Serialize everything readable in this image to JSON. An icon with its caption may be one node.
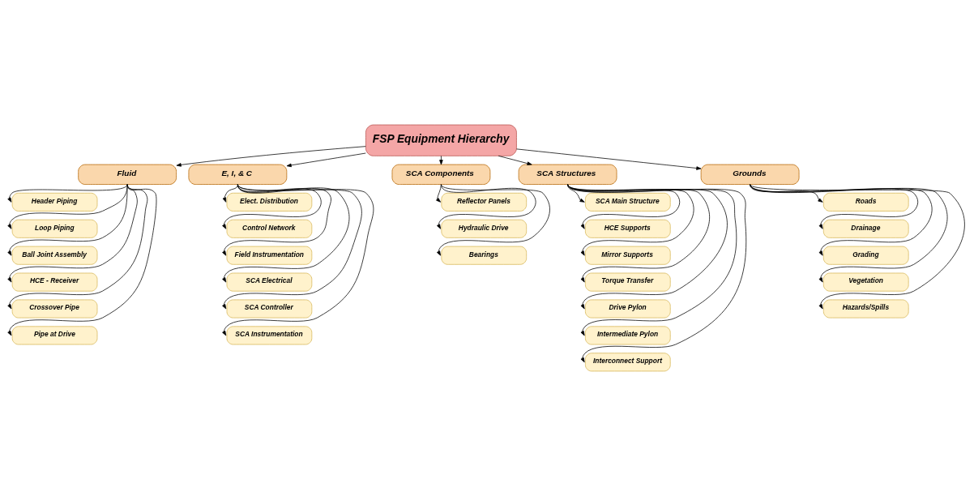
{
  "diagram": {
    "nodes": [
      {
        "text": [
          "FSP Equipment Hierarchy"
        ]
      },
      {
        "text": [
          "Fluid"
        ]
      },
      {
        "text": [
          "E, I, & C"
        ]
      },
      {
        "text": [
          "SCA Components"
        ]
      },
      {
        "text": [
          "SCA Structures"
        ]
      },
      {
        "text": [
          "Grounds"
        ]
      },
      {
        "text": [
          "Header Piping"
        ]
      },
      {
        "text": [
          "Loop Piping"
        ]
      },
      {
        "text": [
          "Ball Joint Assembly"
        ]
      },
      {
        "text": [
          "HCE - Receiver"
        ]
      },
      {
        "text": [
          "Crossover Pipe"
        ]
      },
      {
        "text": [
          "Pipe at Drive"
        ]
      },
      {
        "text": [
          "Elect. Distribution"
        ]
      },
      {
        "text": [
          "Control Network"
        ]
      },
      {
        "text": [
          "Field Instrumentation"
        ]
      },
      {
        "text": [
          "SCA Electrical"
        ]
      },
      {
        "text": [
          "SCA Controller"
        ]
      },
      {
        "text": [
          "SCA Instrumentation"
        ]
      },
      {
        "text": [
          "Reflector Panels"
        ]
      },
      {
        "text": [
          "Hydraulic Drive"
        ]
      },
      {
        "text": [
          "Bearings"
        ]
      },
      {
        "text": [
          "SCA Main Structure"
        ]
      },
      {
        "text": [
          "HCE Supports"
        ]
      },
      {
        "text": [
          "Mirror Supports"
        ]
      },
      {
        "text": [
          "Torque Transfer"
        ]
      },
      {
        "text": [
          "Drive Pylon"
        ]
      },
      {
        "text": [
          "Intermediate Pylon"
        ]
      },
      {
        "text": [
          "Interconnect Support"
        ]
      },
      {
        "text": [
          "Roads"
        ]
      },
      {
        "text": [
          "Drainage"
        ]
      },
      {
        "text": [
          "Grading"
        ]
      },
      {
        "text": [
          "Vegetation"
        ]
      },
      {
        "text": [
          "Hazards/Spills"
        ]
      }
    ],
    "edges": [
      {
        "from": 0,
        "to": 1,
        "arrow": "to"
      },
      {
        "from": 0,
        "to": 2,
        "arrow": "to"
      },
      {
        "from": 0,
        "to": 3,
        "arrow": "to"
      },
      {
        "from": 0,
        "to": 4,
        "arrow": "to"
      },
      {
        "from": 0,
        "to": 5,
        "arrow": "to"
      },
      {
        "from": 1,
        "to": 6,
        "arrow": "to"
      },
      {
        "from": 1,
        "to": 7,
        "arrow": "to"
      },
      {
        "from": 1,
        "to": 8,
        "arrow": "to"
      },
      {
        "from": 1,
        "to": 9,
        "arrow": "to"
      },
      {
        "from": 1,
        "to": 10,
        "arrow": "to"
      },
      {
        "from": 1,
        "to": 11,
        "arrow": "to"
      },
      {
        "from": 2,
        "to": 12,
        "arrow": "to"
      },
      {
        "from": 2,
        "to": 13,
        "arrow": "to"
      },
      {
        "from": 2,
        "to": 14,
        "arrow": "to"
      },
      {
        "from": 2,
        "to": 15,
        "arrow": "to"
      },
      {
        "from": 2,
        "to": 16,
        "arrow": "to"
      },
      {
        "from": 2,
        "to": 17,
        "arrow": "to"
      },
      {
        "from": 3,
        "to": 18,
        "arrow": "to"
      },
      {
        "from": 3,
        "to": 19,
        "arrow": "to"
      },
      {
        "from": 3,
        "to": 20,
        "arrow": "to"
      },
      {
        "from": 4,
        "to": 21,
        "arrow": "to"
      },
      {
        "from": 4,
        "to": 22,
        "arrow": "to"
      },
      {
        "from": 4,
        "to": 23,
        "arrow": "to"
      },
      {
        "from": 4,
        "to": 24,
        "arrow": "to"
      },
      {
        "from": 4,
        "to": 25,
        "arrow": "to"
      },
      {
        "from": 4,
        "to": 26,
        "arrow": "to"
      },
      {
        "from": 4,
        "to": 27,
        "arrow": "to"
      },
      {
        "from": 5,
        "to": 28,
        "arrow": "to"
      },
      {
        "from": 5,
        "to": 29,
        "arrow": "to"
      },
      {
        "from": 5,
        "to": 30,
        "arrow": "to"
      },
      {
        "from": 5,
        "to": 31,
        "arrow": "to"
      },
      {
        "from": 5,
        "to": 32,
        "arrow": "to"
      }
    ]
  }
}
